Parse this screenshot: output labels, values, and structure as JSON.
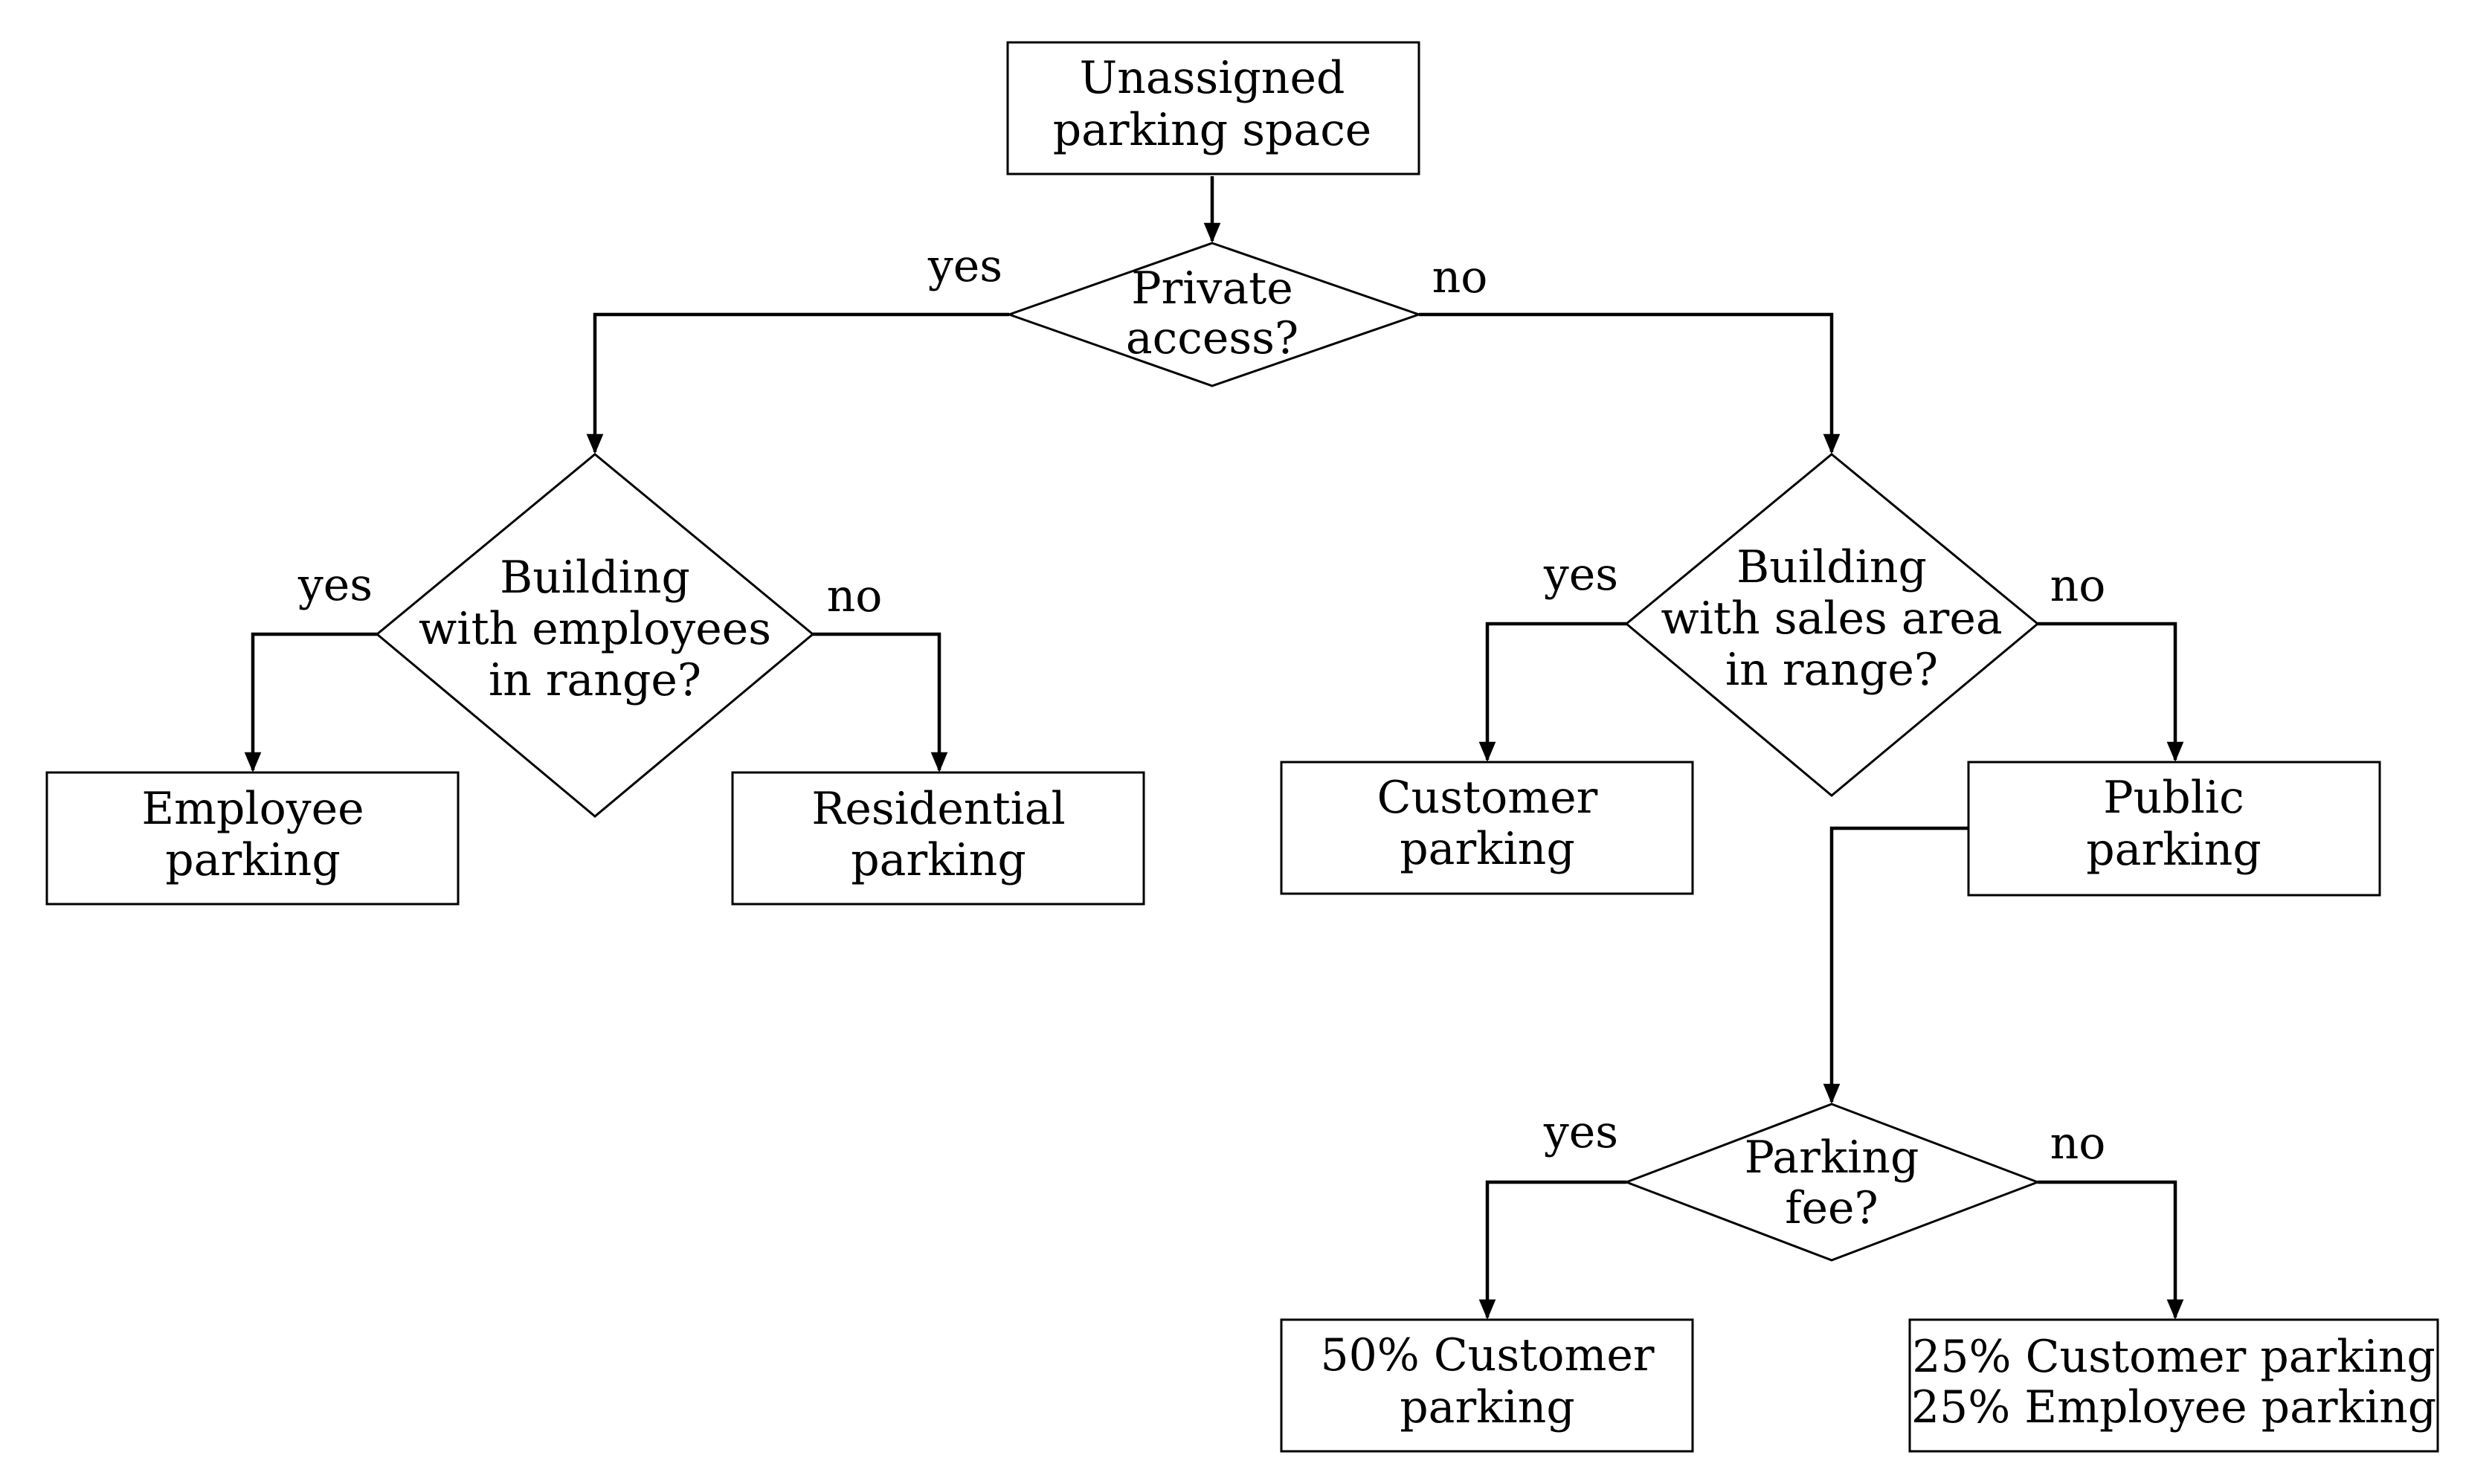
{
  "nodes": {
    "start": {
      "lines": [
        "Unassigned",
        "parking space"
      ]
    },
    "private_access": {
      "lines": [
        "Private",
        "access?"
      ]
    },
    "building_employees": {
      "lines": [
        "Building",
        "with employees",
        "in range?"
      ]
    },
    "building_sales": {
      "lines": [
        "Building",
        "with sales area",
        "in range?"
      ]
    },
    "employee_parking": {
      "lines": [
        "Employee",
        "parking"
      ]
    },
    "residential_parking": {
      "lines": [
        "Residential",
        "parking"
      ]
    },
    "customer_parking": {
      "lines": [
        "Customer",
        "parking"
      ]
    },
    "public_parking": {
      "lines": [
        "Public",
        "parking"
      ]
    },
    "parking_fee": {
      "lines": [
        "Parking",
        "fee?"
      ]
    },
    "half_customer": {
      "lines": [
        "50% Customer",
        "parking"
      ]
    },
    "quarter_split": {
      "lines": [
        "25% Customer parking",
        "25% Employee parking"
      ]
    }
  },
  "edge_labels": {
    "private_yes": "yes",
    "private_no": "no",
    "employees_yes": "yes",
    "employees_no": "no",
    "sales_yes": "yes",
    "sales_no": "no",
    "fee_yes": "yes",
    "fee_no": "no"
  }
}
